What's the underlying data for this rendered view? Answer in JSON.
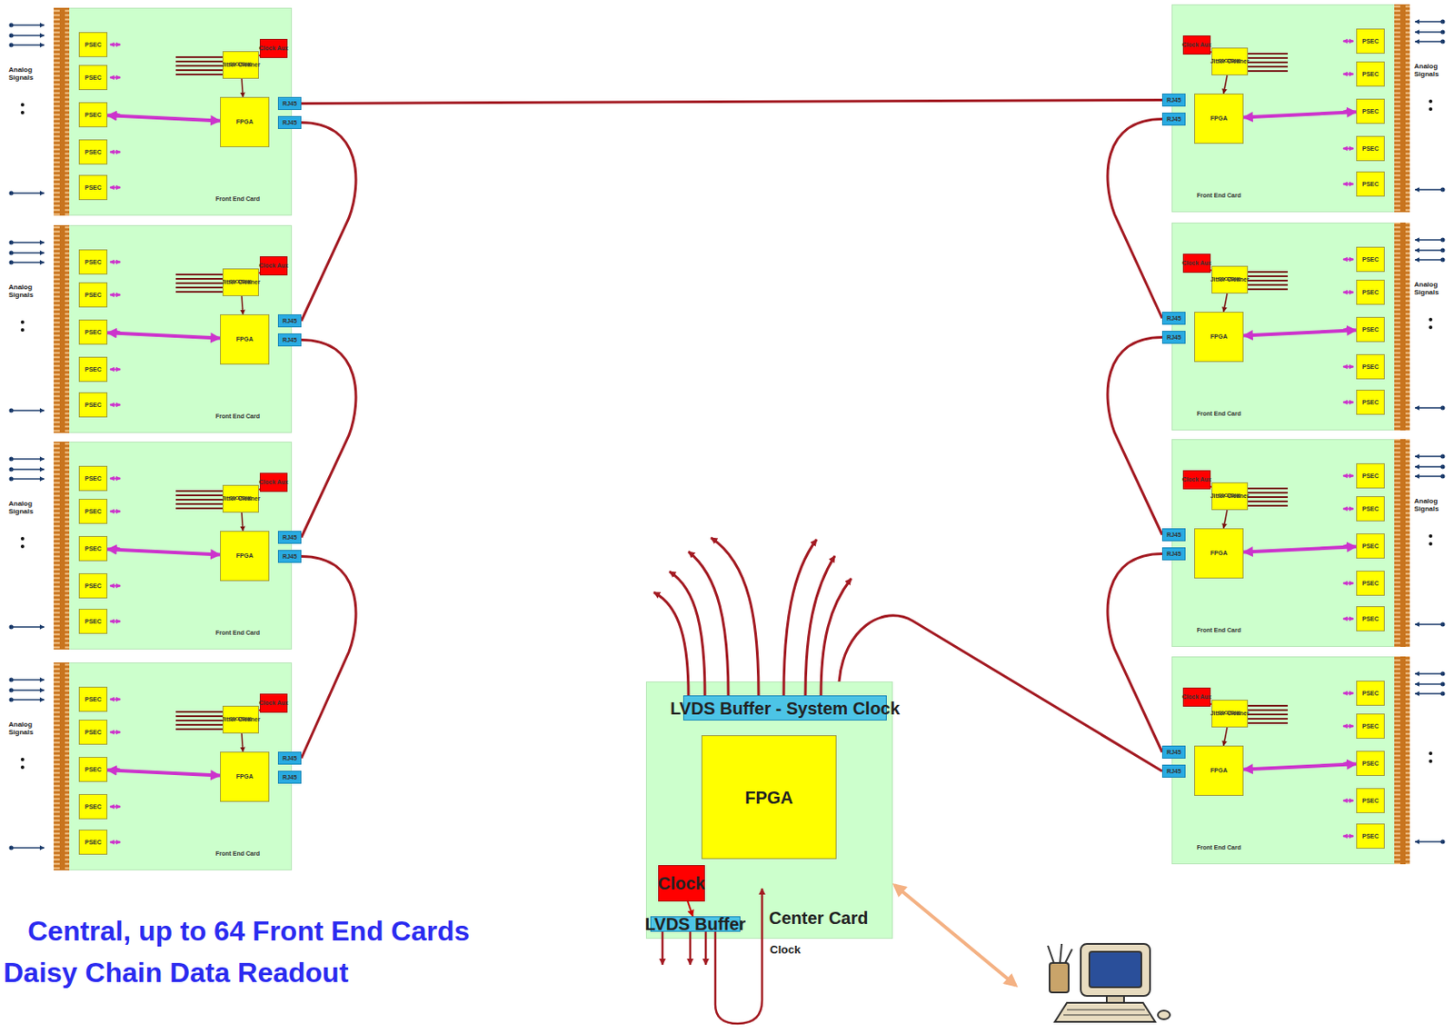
{
  "diagram": {
    "nodes": [
      {
        "text": [
          "Front End Card"
        ]
      },
      {
        "text": [
          "PSEC"
        ],
        "in": 0
      },
      {
        "text": [
          "PSEC"
        ],
        "in": 0
      },
      {
        "text": [
          "PSEC"
        ],
        "in": 0
      },
      {
        "text": [
          "PSEC"
        ],
        "in": 0
      },
      {
        "text": [
          "PSEC"
        ],
        "in": 0
      },
      {
        "text": [
          "Clock Aux"
        ],
        "in": 0
      },
      {
        "text": [
          "Jitter Cleaner",
          "CDCE62005"
        ],
        "in": 0
      },
      {
        "text": [
          "FPGA"
        ],
        "in": 0
      },
      {
        "text": [
          "RJ45"
        ],
        "in": 0
      },
      {
        "text": [
          "RJ45"
        ],
        "in": 0
      },
      {
        "text": [
          "Front End Card"
        ]
      },
      {
        "text": [
          "PSEC"
        ],
        "in": 11
      },
      {
        "text": [
          "PSEC"
        ],
        "in": 11
      },
      {
        "text": [
          "PSEC"
        ],
        "in": 11
      },
      {
        "text": [
          "PSEC"
        ],
        "in": 11
      },
      {
        "text": [
          "PSEC"
        ],
        "in": 11
      },
      {
        "text": [
          "Clock Aux"
        ],
        "in": 11
      },
      {
        "text": [
          "Jitter Cleaner",
          "CDCE62005"
        ],
        "in": 11
      },
      {
        "text": [
          "FPGA"
        ],
        "in": 11
      },
      {
        "text": [
          "RJ45"
        ],
        "in": 11
      },
      {
        "text": [
          "RJ45"
        ],
        "in": 11
      },
      {
        "text": [
          "Front End Card"
        ]
      },
      {
        "text": [
          "PSEC"
        ],
        "in": 22
      },
      {
        "text": [
          "PSEC"
        ],
        "in": 22
      },
      {
        "text": [
          "PSEC"
        ],
        "in": 22
      },
      {
        "text": [
          "PSEC"
        ],
        "in": 22
      },
      {
        "text": [
          "PSEC"
        ],
        "in": 22
      },
      {
        "text": [
          "Clock Aux"
        ],
        "in": 22
      },
      {
        "text": [
          "Jitter Cleaner",
          "CDCE62005"
        ],
        "in": 22
      },
      {
        "text": [
          "FPGA"
        ],
        "in": 22
      },
      {
        "text": [
          "RJ45"
        ],
        "in": 22
      },
      {
        "text": [
          "RJ45"
        ],
        "in": 22
      },
      {
        "text": [
          "Front End Card"
        ]
      },
      {
        "text": [
          "PSEC"
        ],
        "in": 33
      },
      {
        "text": [
          "PSEC"
        ],
        "in": 33
      },
      {
        "text": [
          "PSEC"
        ],
        "in": 33
      },
      {
        "text": [
          "PSEC"
        ],
        "in": 33
      },
      {
        "text": [
          "PSEC"
        ],
        "in": 33
      },
      {
        "text": [
          "Clock Aux"
        ],
        "in": 33
      },
      {
        "text": [
          "Jitter Cleaner",
          "CDCE62005"
        ],
        "in": 33
      },
      {
        "text": [
          "FPGA"
        ],
        "in": 33
      },
      {
        "text": [
          "RJ45"
        ],
        "in": 33
      },
      {
        "text": [
          "RJ45"
        ],
        "in": 33
      },
      {
        "text": [
          "Front End Card"
        ]
      },
      {
        "text": [
          "PSEC"
        ],
        "in": 44
      },
      {
        "text": [
          "PSEC"
        ],
        "in": 44
      },
      {
        "text": [
          "PSEC"
        ],
        "in": 44
      },
      {
        "text": [
          "PSEC"
        ],
        "in": 44
      },
      {
        "text": [
          "PSEC"
        ],
        "in": 44
      },
      {
        "text": [
          "Clock Aux"
        ],
        "in": 44
      },
      {
        "text": [
          "Jitter Cleaner",
          "CDCE62005"
        ],
        "in": 44
      },
      {
        "text": [
          "FPGA"
        ],
        "in": 44
      },
      {
        "text": [
          "RJ45"
        ],
        "in": 44
      },
      {
        "text": [
          "RJ45"
        ],
        "in": 44
      },
      {
        "text": [
          "Front End Card"
        ]
      },
      {
        "text": [
          "PSEC"
        ],
        "in": 55
      },
      {
        "text": [
          "PSEC"
        ],
        "in": 55
      },
      {
        "text": [
          "PSEC"
        ],
        "in": 55
      },
      {
        "text": [
          "PSEC"
        ],
        "in": 55
      },
      {
        "text": [
          "PSEC"
        ],
        "in": 55
      },
      {
        "text": [
          "Clock Aux"
        ],
        "in": 55
      },
      {
        "text": [
          "Jitter Cleaner",
          "CDCE62005"
        ],
        "in": 55
      },
      {
        "text": [
          "FPGA"
        ],
        "in": 55
      },
      {
        "text": [
          "RJ45"
        ],
        "in": 55
      },
      {
        "text": [
          "RJ45"
        ],
        "in": 55
      },
      {
        "text": [
          "Front End Card"
        ]
      },
      {
        "text": [
          "PSEC"
        ],
        "in": 66
      },
      {
        "text": [
          "PSEC"
        ],
        "in": 66
      },
      {
        "text": [
          "PSEC"
        ],
        "in": 66
      },
      {
        "text": [
          "PSEC"
        ],
        "in": 66
      },
      {
        "text": [
          "PSEC"
        ],
        "in": 66
      },
      {
        "text": [
          "Clock Aux"
        ],
        "in": 66
      },
      {
        "text": [
          "Jitter Cleaner",
          "CDCE62005"
        ],
        "in": 66
      },
      {
        "text": [
          "FPGA"
        ],
        "in": 66
      },
      {
        "text": [
          "RJ45"
        ],
        "in": 66
      },
      {
        "text": [
          "RJ45"
        ],
        "in": 66
      },
      {
        "text": [
          "Front End Card"
        ]
      },
      {
        "text": [
          "PSEC"
        ],
        "in": 77
      },
      {
        "text": [
          "PSEC"
        ],
        "in": 77
      },
      {
        "text": [
          "PSEC"
        ],
        "in": 77
      },
      {
        "text": [
          "PSEC"
        ],
        "in": 77
      },
      {
        "text": [
          "PSEC"
        ],
        "in": 77
      },
      {
        "text": [
          "Clock Aux"
        ],
        "in": 77
      },
      {
        "text": [
          "Jitter Cleaner",
          "CDCE62005"
        ],
        "in": 77
      },
      {
        "text": [
          "FPGA"
        ],
        "in": 77
      },
      {
        "text": [
          "RJ45"
        ],
        "in": 77
      },
      {
        "text": [
          "RJ45"
        ],
        "in": 77
      },
      {
        "text": [
          "Center Card"
        ]
      },
      {
        "text": [
          "LVDS Buffer - System Clock"
        ],
        "in": 88
      },
      {
        "text": [
          "FPGA"
        ],
        "in": 88
      },
      {
        "text": [
          "Clock"
        ],
        "in": 88
      },
      {
        "text": [
          "LVDS Buffer"
        ],
        "in": 88
      }
    ],
    "edges": [
      {
        "from": 9,
        "to": 53,
        "arrow": "none"
      },
      {
        "from": 10,
        "to": 20,
        "arrow": "none"
      },
      {
        "from": 21,
        "to": 31,
        "arrow": "none"
      },
      {
        "from": 32,
        "to": 42,
        "arrow": "none"
      },
      {
        "from": 54,
        "to": 64,
        "arrow": "none"
      },
      {
        "from": 65,
        "to": 75,
        "arrow": "none"
      },
      {
        "from": 76,
        "to": 86,
        "arrow": "none"
      },
      {
        "from": 88,
        "to": 87,
        "arrow": "none"
      },
      {
        "from": 6,
        "to": 7,
        "arrow": "to"
      },
      {
        "from": 7,
        "to": 8,
        "arrow": "to"
      },
      {
        "from": 3,
        "to": 8,
        "arrow": "both"
      },
      {
        "from": 17,
        "to": 18,
        "arrow": "to"
      },
      {
        "from": 18,
        "to": 19,
        "arrow": "to"
      },
      {
        "from": 14,
        "to": 19,
        "arrow": "both"
      },
      {
        "from": 28,
        "to": 29,
        "arrow": "to"
      },
      {
        "from": 29,
        "to": 30,
        "arrow": "to"
      },
      {
        "from": 25,
        "to": 30,
        "arrow": "both"
      },
      {
        "from": 39,
        "to": 40,
        "arrow": "to"
      },
      {
        "from": 40,
        "to": 41,
        "arrow": "to"
      },
      {
        "from": 36,
        "to": 41,
        "arrow": "both"
      },
      {
        "from": 50,
        "to": 51,
        "arrow": "to"
      },
      {
        "from": 51,
        "to": 52,
        "arrow": "to"
      },
      {
        "from": 47,
        "to": 52,
        "arrow": "both"
      },
      {
        "from": 61,
        "to": 62,
        "arrow": "to"
      },
      {
        "from": 62,
        "to": 63,
        "arrow": "to"
      },
      {
        "from": 58,
        "to": 63,
        "arrow": "both"
      },
      {
        "from": 72,
        "to": 73,
        "arrow": "to"
      },
      {
        "from": 73,
        "to": 74,
        "arrow": "to"
      },
      {
        "from": 69,
        "to": 74,
        "arrow": "both"
      },
      {
        "from": 83,
        "to": 84,
        "arrow": "to"
      },
      {
        "from": 84,
        "to": 85,
        "arrow": "to"
      },
      {
        "from": 80,
        "to": 85,
        "arrow": "both"
      },
      {
        "from": 91,
        "to": 92,
        "arrow": "to"
      }
    ],
    "labels": [
      "Analog Signals",
      "Analog Signals",
      "Analog Signals",
      "Analog Signals",
      "Analog Signals",
      "Analog Signals",
      "Analog Signals",
      "Clock",
      "Central, up to 64 Front End Cards",
      "Daisy Chain Data Readout"
    ]
  }
}
